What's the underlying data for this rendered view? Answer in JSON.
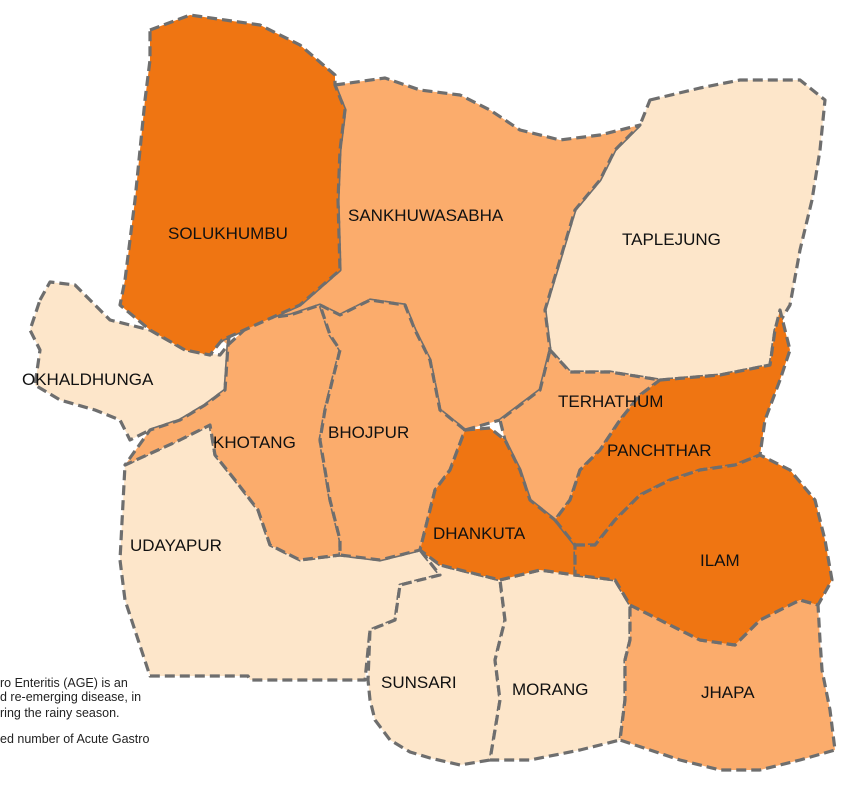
{
  "legend_colors": {
    "high": "#ef7512",
    "medium": "#fbac6c",
    "low": "#fde6ca"
  },
  "districts": [
    {
      "id": "solukhumbu",
      "label": "SOLUKHUMBU",
      "level": "high"
    },
    {
      "id": "sankhuwasabha",
      "label": "SANKHUWASABHA",
      "level": "medium"
    },
    {
      "id": "taplejung",
      "label": "TAPLEJUNG",
      "level": "low"
    },
    {
      "id": "okhaldhunga",
      "label": "OKHALDHUNGA",
      "level": "low"
    },
    {
      "id": "khotang",
      "label": "KHOTANG",
      "level": "medium"
    },
    {
      "id": "bhojpur",
      "label": "BHOJPUR",
      "level": "medium"
    },
    {
      "id": "terhathum",
      "label": "TERHATHUM",
      "level": "medium"
    },
    {
      "id": "panchthar",
      "label": "PANCHTHAR",
      "level": "high"
    },
    {
      "id": "dhankuta",
      "label": "DHANKUTA",
      "level": "high"
    },
    {
      "id": "ilam",
      "label": "ILAM",
      "level": "high"
    },
    {
      "id": "udayapur",
      "label": "UDAYAPUR",
      "level": "low"
    },
    {
      "id": "sunsari",
      "label": "SUNSARI",
      "level": "low"
    },
    {
      "id": "morang",
      "label": "MORANG",
      "level": "low"
    },
    {
      "id": "jhapa",
      "label": "JHAPA",
      "level": "medium"
    }
  ],
  "captions": {
    "line1": "ro  Enteritis  (AGE)  is  an",
    "line2": "d  re-emerging  disease,  in",
    "line3": "ring the rainy season.",
    "line4": "ed  number  of  Acute  Gastro"
  }
}
